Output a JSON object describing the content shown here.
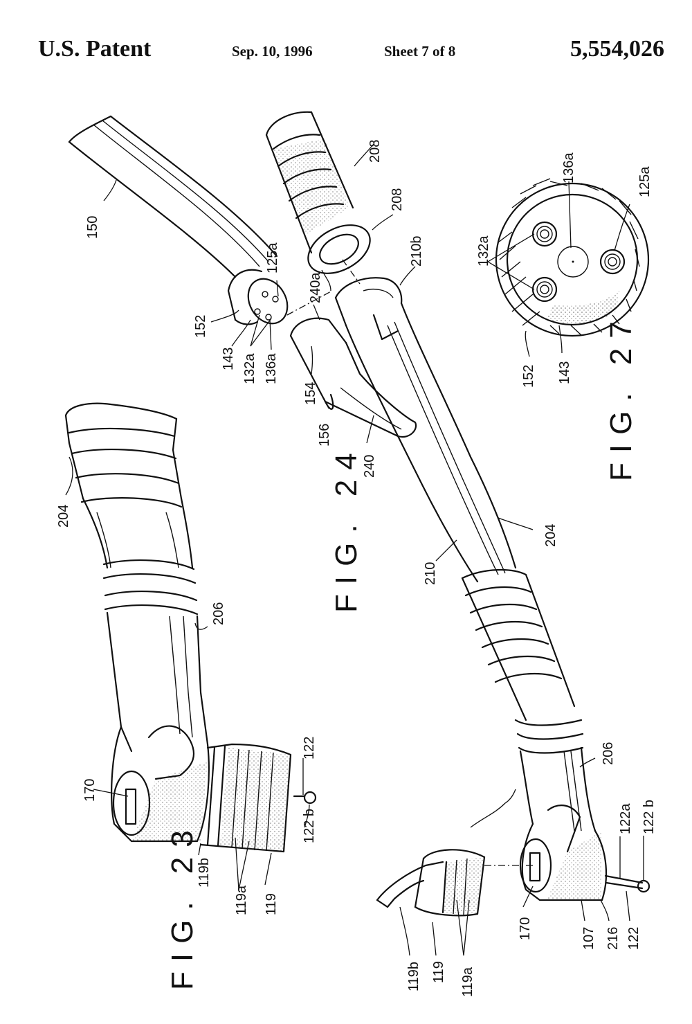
{
  "header": {
    "left": "U.S. Patent",
    "date": "Sep. 10, 1996",
    "sheet": "Sheet 7 of 8",
    "number": "5,554,026"
  },
  "figures": {
    "fig23": "FIG. 23",
    "fig24": "FIG. 24",
    "fig27": "FIG. 27"
  },
  "labels": {
    "fig23": {
      "l204": "204",
      "l206": "206",
      "l170": "170",
      "l122": "122",
      "l122b": "122 b",
      "l119b": "119b",
      "l119a": "119a",
      "l119": "119"
    },
    "fig24": {
      "l150": "150",
      "l152": "152",
      "l143": "143",
      "l132a": "132a",
      "l136a": "136a",
      "l125a": "125a",
      "l240a": "240a",
      "l154": "154",
      "l156": "156",
      "l240": "240",
      "l208top": "208",
      "l208": "208",
      "l210b": "210b",
      "l210": "210",
      "l204": "204",
      "l206": "206",
      "l122a": "122a",
      "l122b": "122 b",
      "l122": "122",
      "l216": "216",
      "l107": "107",
      "l170": "170",
      "l119a": "119a",
      "l119": "119",
      "l119b": "119b"
    },
    "fig27": {
      "l136a": "136a",
      "l125a": "125a",
      "l132a": "132a",
      "l152": "152",
      "l143": "143"
    }
  }
}
